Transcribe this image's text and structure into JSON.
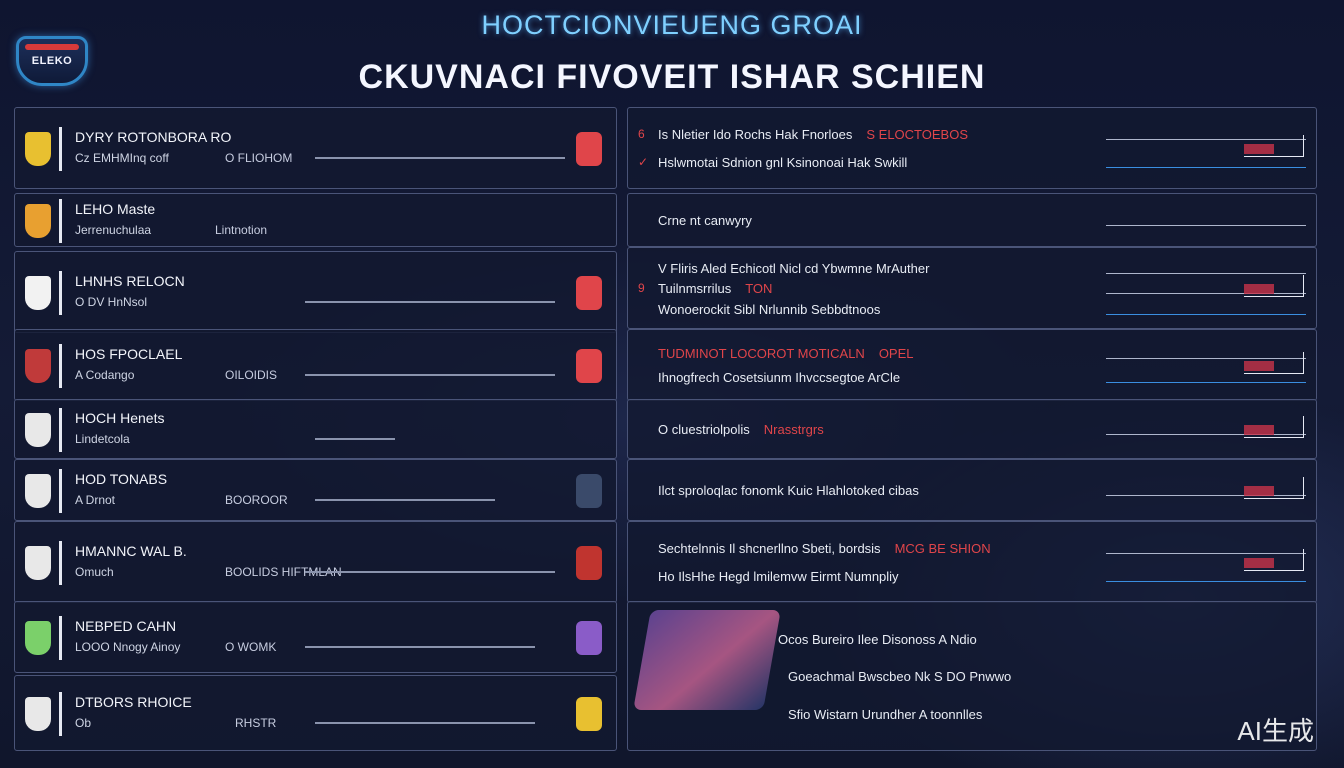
{
  "header": {
    "title_top": "HOCTCIONVIEUENG GROAI",
    "title_main": "CKUVNACI FIVOVEIT ISHAR SCHIEN"
  },
  "logo": {
    "label": "ELEKO"
  },
  "left_rows": [
    {
      "name": "DYRY ROTONBORA RO",
      "sub": "Cz EMHMInq coff",
      "val": "O FLIOHOM",
      "badge_color": "#e8c030",
      "icon_color": "#e0454a"
    },
    {
      "name": "LEHO Maste",
      "sub": "Jerrenuchulaa",
      "val": "Lintnotion",
      "badge_color": "#e8a030",
      "icon_color": ""
    },
    {
      "name": "LHNHS RELOCN",
      "sub": "O DV HnNsol",
      "val": "",
      "badge_color": "#f2f2f2",
      "icon_color": "#e0454a"
    },
    {
      "name": "HOS FPOCLAEL",
      "sub": "A Codango",
      "val": "OILOIDIS",
      "badge_color": "#c03a3a",
      "icon_color": "#e0454a"
    },
    {
      "name": "HOCH Henets",
      "sub": "Lindetcola",
      "val": "",
      "badge_color": "#e8e8e8",
      "icon_color": ""
    },
    {
      "name": "HOD TONABS",
      "sub": "A Drnot",
      "val": "BOOROOR",
      "badge_color": "#e8e8e8",
      "icon_color": "#3a4a6a"
    },
    {
      "name": "HMANNC WAL B.",
      "sub": "Omuch",
      "val": "BOOLIDS HIFTMLAN",
      "badge_color": "#e8e8e8",
      "icon_color": "#c0342f"
    },
    {
      "name": "NEBPED CAHN",
      "sub": "LOOO Nnogy Ainoy",
      "val": "O WOMK",
      "badge_color": "#7bd06a",
      "icon_color": "#8a5cc8"
    },
    {
      "name": "DTBORS RHOICE",
      "sub": "Ob",
      "val": "RHSTR",
      "badge_color": "#e8e8e8",
      "icon_color": "#e8c030"
    }
  ],
  "right_panels": [
    {
      "lines": [
        {
          "text": "Is Nletier Ido Rochs Hak Fnorloes",
          "red_tail": "S ELOCTOEBOS",
          "check": "6"
        },
        {
          "text": "Hslwmotai Sdnion gnl Ksinonoai Hak Swkill",
          "red_tail": "",
          "check": "✓"
        }
      ]
    },
    {
      "lines": [
        {
          "text": "Crne nt canwyry",
          "red_tail": "",
          "check": ""
        }
      ]
    },
    {
      "lines": [
        {
          "text": "V Fliris Aled Echicotl Nicl cd Ybwmne MrAuther",
          "red_tail": "",
          "check": ""
        },
        {
          "text": "Tuilnmsrrilus",
          "red_tail": "TON",
          "check": "9"
        },
        {
          "text": "Wonoerockit Sibl Nrlunnib Sebbdtnoos",
          "red_tail": "",
          "check": ""
        }
      ]
    },
    {
      "lines": [
        {
          "text": "TUDMINOT LOCOROT MOTICALN",
          "red_tail": "OPEL",
          "check": ""
        },
        {
          "text": "Ihnogfrech Cosetsiunm Ihvccsegtoe ArCle",
          "red_tail": "",
          "check": ""
        }
      ]
    },
    {
      "lines": [
        {
          "text": "O cluestriolpolis",
          "red_tail": "Nrasstrgrs",
          "check": ""
        }
      ]
    },
    {
      "lines": [
        {
          "text": "Ilct sproloqlac fonomk Kuic Hlahlotoked cibas",
          "red_tail": "",
          "check": ""
        }
      ]
    },
    {
      "lines": [
        {
          "text": "Sechtelnnis Il shcnerllno Sbeti, bordsis",
          "red_tail": "MCG BE SHION",
          "check": ""
        },
        {
          "text": "Ho IlsHhe Hegd lmilemvw Eirmt Numnpliy",
          "red_tail": "",
          "check": ""
        }
      ]
    },
    {
      "lines": [
        {
          "text": "Ocos Bureiro Ilee Disonoss A Ndio",
          "red_tail": "",
          "check": ""
        },
        {
          "text": "Goeachmal Bwscbeo Nk S DO Pnwwo",
          "red_tail": "",
          "check": ""
        },
        {
          "text": "Sfio Wistarn Urundher A toonnlles",
          "red_tail": "",
          "check": ""
        }
      ]
    }
  ],
  "watermark": "AI生成"
}
